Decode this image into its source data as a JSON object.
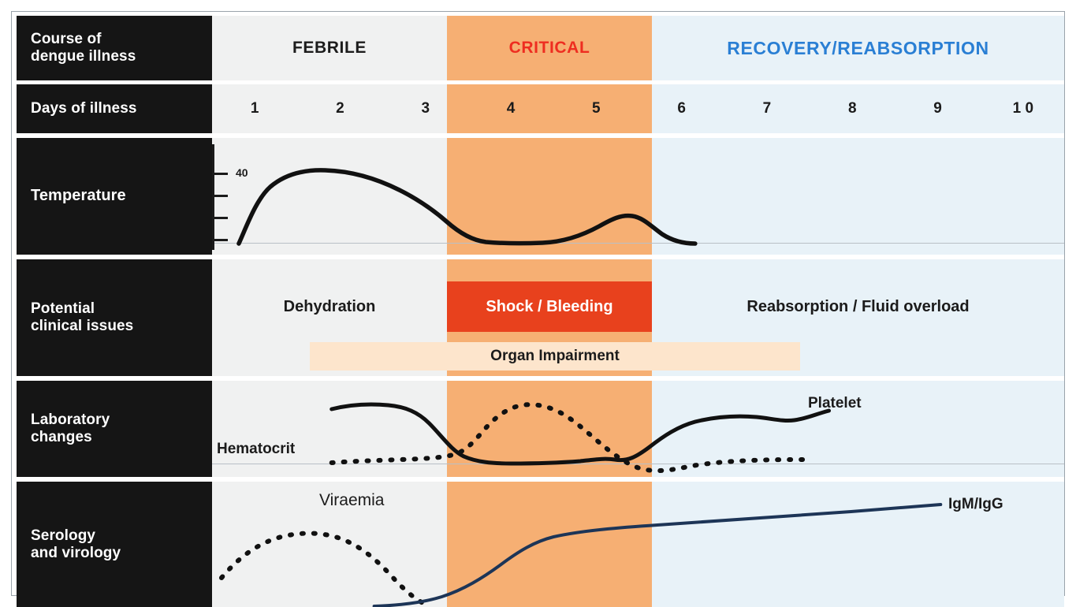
{
  "rows": {
    "course": {
      "label_line1": "Course of",
      "label_line2": "dengue illness"
    },
    "days": {
      "label_line1": "Days of illness",
      "label_line2": ""
    },
    "temp": {
      "label_line1": "Temperature",
      "label_line2": ""
    },
    "clinical": {
      "label_line1": "Potential",
      "label_line2": "clinical issues"
    },
    "lab": {
      "label_line1": "Laboratory",
      "label_line2": "changes"
    },
    "serology": {
      "label_line1": "Serology",
      "label_line2": "and virology"
    }
  },
  "phases": [
    {
      "name": "febrile",
      "label": "FEBRILE",
      "color": "#1c1c1c",
      "bg": "#f0f1f1"
    },
    {
      "name": "critical",
      "label": "CRITICAL",
      "color": "#ee2d20",
      "bg": "#f6af73"
    },
    {
      "name": "recovery",
      "label": "RECOVERY/REABSORPTION",
      "color": "#2a7fd4",
      "bg": "#e8f2f8"
    }
  ],
  "days": [
    "1",
    "2",
    "3",
    "4",
    "5",
    "6",
    "7",
    "8",
    "9",
    "1 0"
  ],
  "temperature": {
    "axis_label": "40",
    "tick_count": 4
  },
  "clinical": {
    "dehydration": "Dehydration",
    "shock_bleeding": "Shock / Bleeding",
    "reabsorption": "Reabsorption / Fluid overload",
    "organ_impairment": "Organ Impairment",
    "shock_color": "#e8411d",
    "organ_color": "#fde5cc"
  },
  "lab": {
    "platelet_label": "Platelet",
    "hematocrit_label": "Hematocrit"
  },
  "serology": {
    "viraemia_label": "Viraemia",
    "igm_igg_label": "IgM/IgG",
    "igm_igg_color": "#1d3557"
  },
  "chart_data": {
    "type": "line",
    "title": "Course of dengue illness",
    "xlabel": "Days of illness",
    "x": [
      1,
      2,
      3,
      4,
      5,
      6,
      7,
      8,
      9,
      10
    ],
    "phase_boundaries": {
      "febrile": [
        1,
        3.5
      ],
      "critical": [
        3.5,
        5.9
      ],
      "recovery": [
        5.9,
        10
      ]
    },
    "series": [
      {
        "name": "Temperature",
        "panel": "temperature",
        "style": "solid",
        "values": [
          36.8,
          40.1,
          39.8,
          37.2,
          37.9,
          37.2,
          null,
          null,
          null,
          null
        ]
      },
      {
        "name": "Platelet",
        "panel": "laboratory",
        "style": "solid",
        "values": [
          null,
          0.82,
          0.78,
          0.18,
          0.15,
          0.45,
          0.6,
          0.55,
          0.68,
          null
        ]
      },
      {
        "name": "Hematocrit",
        "panel": "laboratory",
        "style": "dashed",
        "values": [
          null,
          0.12,
          0.14,
          0.72,
          0.42,
          0.05,
          0.14,
          0.15,
          0.15,
          null
        ]
      },
      {
        "name": "Viraemia",
        "panel": "serology",
        "style": "dashed",
        "values": [
          0.1,
          0.58,
          0.62,
          0.02,
          0.0,
          null,
          null,
          null,
          null,
          null
        ]
      },
      {
        "name": "IgM/IgG",
        "panel": "serology",
        "style": "solid",
        "values": [
          0.0,
          0.0,
          0.02,
          0.22,
          0.48,
          0.55,
          0.6,
          0.65,
          0.7,
          0.75
        ]
      }
    ],
    "grid": false,
    "legend": "inline-annotations"
  }
}
